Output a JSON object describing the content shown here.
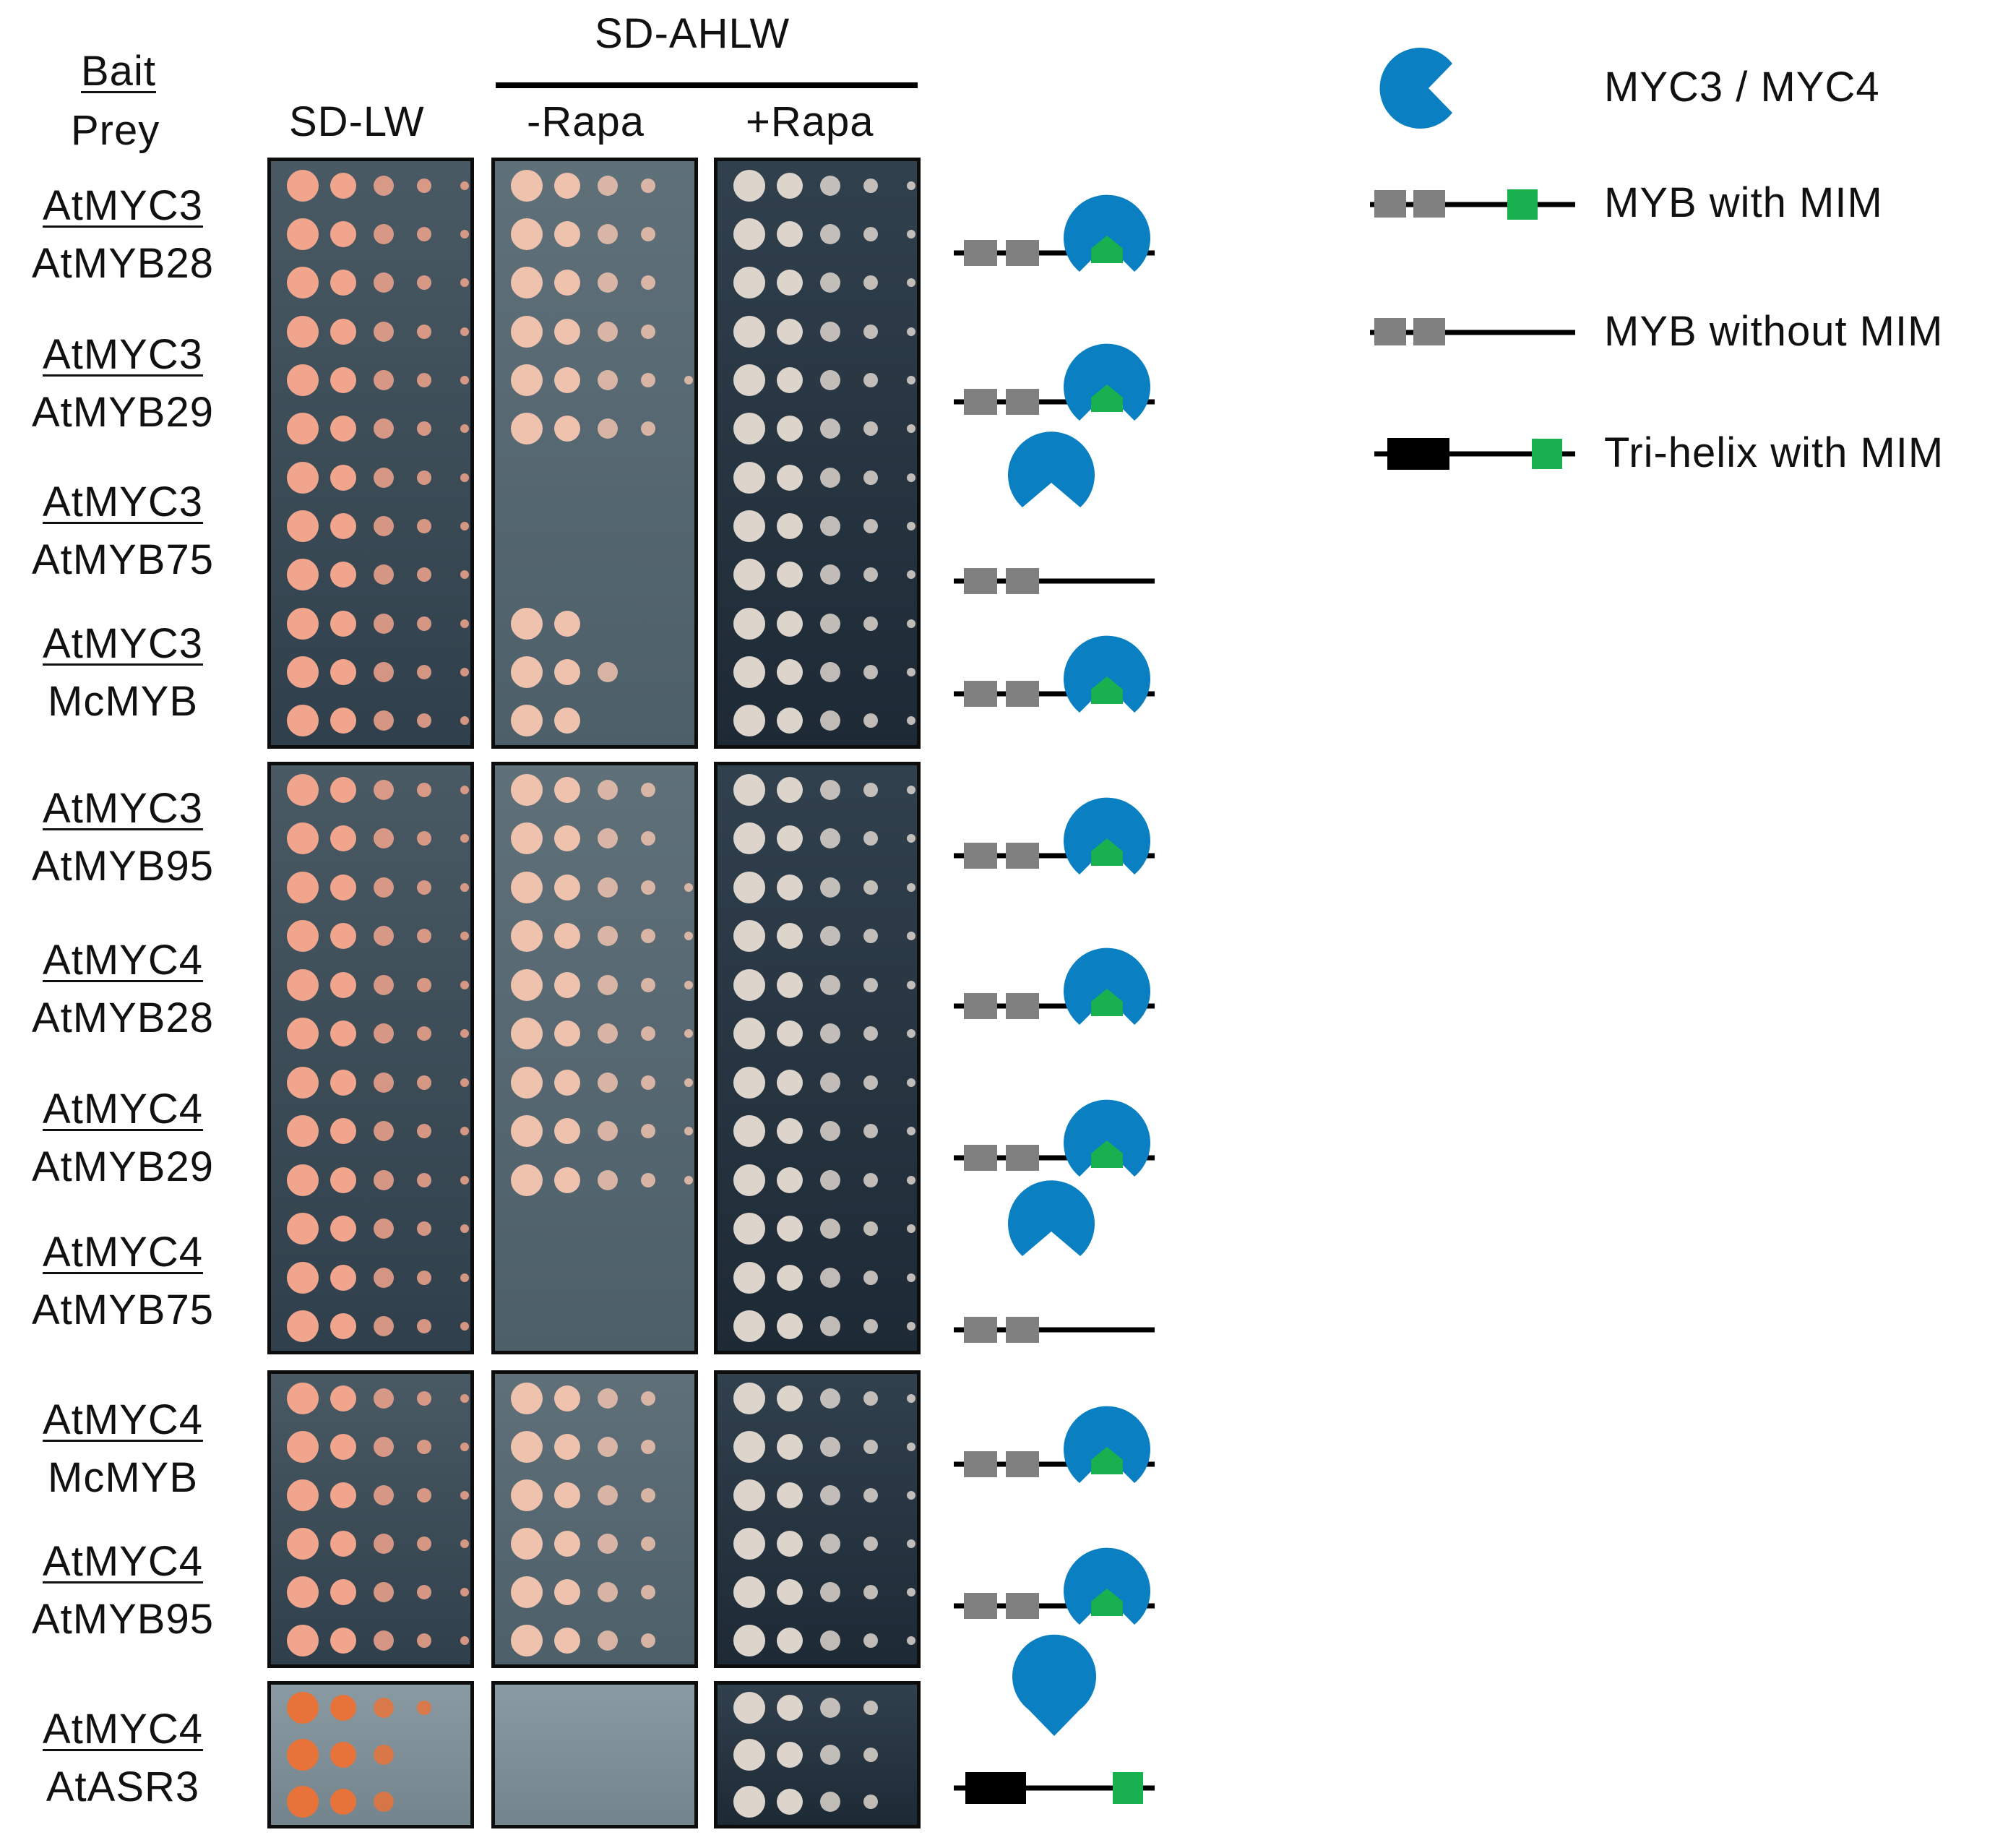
{
  "header": {
    "bait_label": "Bait",
    "prey_label": "Prey",
    "sd_ahlw_label": "SD-AHLW",
    "columns": [
      "SD-LW",
      "-Rapa",
      "+Rapa"
    ]
  },
  "pairs": [
    {
      "bait": "AtMYC3",
      "prey": "AtMYB28",
      "has_mim": true,
      "prey_type": "MYB"
    },
    {
      "bait": "AtMYC3",
      "prey": "AtMYB29",
      "has_mim": true,
      "prey_type": "MYB"
    },
    {
      "bait": "AtMYC3",
      "prey": "AtMYB75",
      "has_mim": false,
      "prey_type": "MYB"
    },
    {
      "bait": "AtMYC3",
      "prey": "McMYB",
      "has_mim": true,
      "prey_type": "MYB"
    },
    {
      "bait": "AtMYC3",
      "prey": "AtMYB95",
      "has_mim": true,
      "prey_type": "MYB"
    },
    {
      "bait": "AtMYC4",
      "prey": "AtMYB28",
      "has_mim": true,
      "prey_type": "MYB"
    },
    {
      "bait": "AtMYC4",
      "prey": "AtMYB29",
      "has_mim": true,
      "prey_type": "MYB"
    },
    {
      "bait": "AtMYC4",
      "prey": "AtMYB75",
      "has_mim": false,
      "prey_type": "MYB"
    },
    {
      "bait": "AtMYC4",
      "prey": "McMYB",
      "has_mim": true,
      "prey_type": "MYB"
    },
    {
      "bait": "AtMYC4",
      "prey": "AtMYB95",
      "has_mim": true,
      "prey_type": "MYB"
    },
    {
      "bait": "AtMYC4",
      "prey": "AtASR3",
      "has_mim": true,
      "prey_type": "Tri-helix"
    }
  ],
  "legend": {
    "items": [
      {
        "label": "MYC3 / MYC4"
      },
      {
        "label": "MYB with MIM"
      },
      {
        "label": "MYB without MIM"
      },
      {
        "label": "Tri-helix with MIM"
      }
    ]
  },
  "colors": {
    "myc": "#0a7fc2",
    "mim": "#19b04f",
    "myb_domain": "#808080",
    "trihelix_domain": "#000000",
    "plate_border": "#0d0d0d",
    "sdlw_colony": "#f1a58c",
    "rapa_minus_colony": "#efc2ad",
    "rapa_plus_colony": "#ddd5cc"
  }
}
